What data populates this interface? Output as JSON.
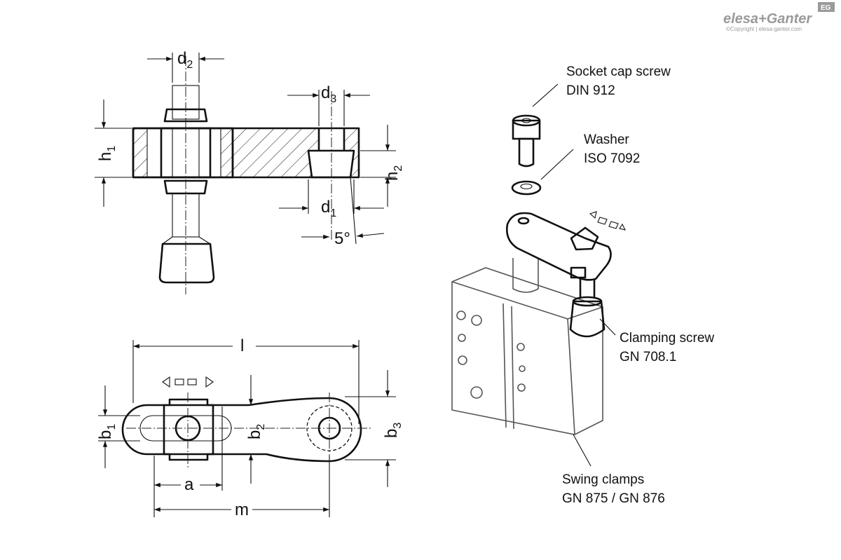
{
  "brand": {
    "logo_text": "elesa+Ganter",
    "badge_text": "EG",
    "copyright": "©Copyright | elesa-ganter.com"
  },
  "dimensions": {
    "d2": {
      "base": "d",
      "sub": "2"
    },
    "d3": {
      "base": "d",
      "sub": "3"
    },
    "d1": {
      "base": "d",
      "sub": "1"
    },
    "h1": {
      "base": "h",
      "sub": "1"
    },
    "h2": {
      "base": "h",
      "sub": "2"
    },
    "angle": "5°",
    "l": "l",
    "b1": {
      "base": "b",
      "sub": "1"
    },
    "b2": {
      "base": "b",
      "sub": "2"
    },
    "b3": {
      "base": "b",
      "sub": "3"
    },
    "a": "a",
    "m": "m"
  },
  "callouts": {
    "socket_screw": [
      "Socket cap screw",
      "DIN 912"
    ],
    "washer": [
      "Washer",
      "ISO 7092"
    ],
    "clamping_screw": [
      "Clamping screw",
      "GN 708.1"
    ],
    "swing_clamps": [
      "Swing clamps",
      "GN 875 / GN 876"
    ]
  }
}
